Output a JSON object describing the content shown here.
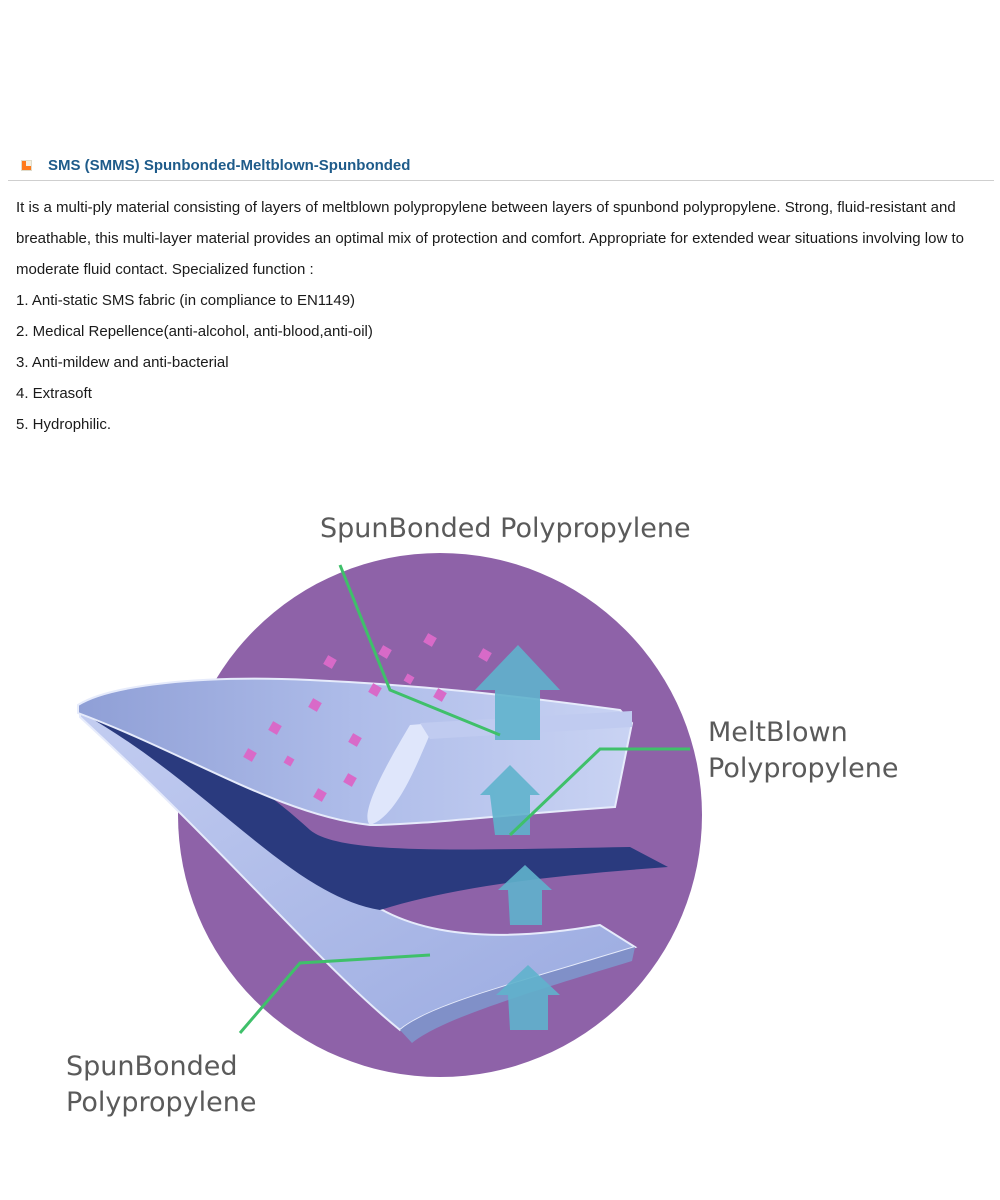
{
  "section": {
    "title": "SMS (SMMS) Spunbonded-Meltblown-Spunbonded",
    "icon": "orange-square-bullet-icon",
    "accent_color": "#ff7a1a",
    "title_color": "#1e5b8a"
  },
  "description": "It is a multi-ply material consisting of layers of meltblown polypropylene between layers of spunbond polypropylene. Strong, fluid-resistant and breathable, this multi-layer material provides an optimal mix of protection and comfort. Appropriate for extended wear situations involving low to moderate fluid contact. Specialized function :",
  "functions": [
    "1. Anti-static SMS fabric (in compliance to EN1149)",
    "2. Medical Repellence(anti-alcohol, anti-blood,anti-oil)",
    "3. Anti-mildew and anti-bacterial",
    "4. Extrasoft",
    "5. Hydrophilic."
  ],
  "diagram": {
    "labels": {
      "top_layer": "SpunBonded Polypropylene",
      "middle_layer_line1": "MeltBlown",
      "middle_layer_line2": "Polypropylene",
      "bottom_layer_line1": "SpunBonded",
      "bottom_layer_line2": "Polypropylene"
    },
    "colors": {
      "circle": "#8e62a8",
      "spunbond": "#a9b8e6",
      "meltblown": "#2a3a7e",
      "arrow": "#5fb2cc",
      "leader_line": "#3fc06a",
      "particle": "#d86ac8"
    }
  }
}
